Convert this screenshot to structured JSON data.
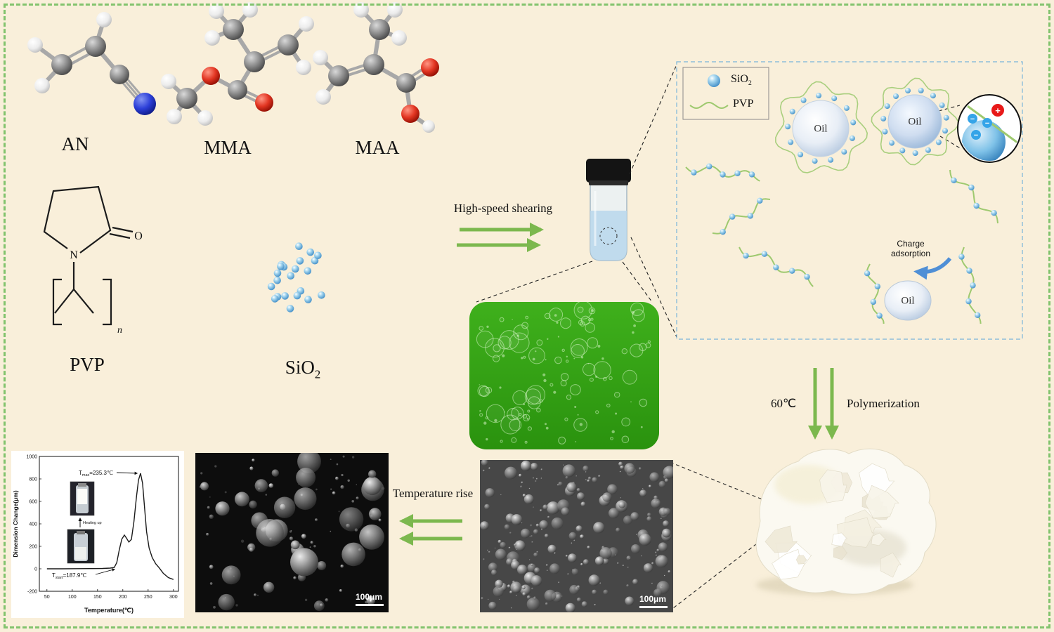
{
  "figure": {
    "bg": "#f9efda",
    "border_color": "#82c36d",
    "arrow_green": "#7cb84e"
  },
  "labels": {
    "an": "AN",
    "mma": "MMA",
    "maa": "MAA",
    "pvp": "PVP",
    "sio2_base": "SiO",
    "sio2_sub": "2"
  },
  "pvp_struct": {
    "n_atom": "N",
    "o_atom": "O",
    "repeat": "n"
  },
  "process": {
    "shearing": "High-speed shearing",
    "temperature": "60℃",
    "polymerization": "Polymerization",
    "temperature_rise": "Temperature rise"
  },
  "mechanism": {
    "legend_sio2_base": "SiO",
    "legend_sio2_sub": "2",
    "legend_pvp": "PVP",
    "oil_1": "Oil",
    "oil_2": "Oil",
    "oil_3": "Oil",
    "charge_adsorption_line1": "Charge",
    "charge_adsorption_line2": "adsorption",
    "plus_sign": "+",
    "minus_sign": "−"
  },
  "sem_left": {
    "scale": "100μm"
  },
  "sem_center": {
    "scale": "100μm"
  },
  "chart_data": {
    "type": "line",
    "xlabel": "Temperature(℃)",
    "ylabel": "Dimension Change(μm)",
    "xlim": [
      35,
      310
    ],
    "ylim": [
      -200,
      1000
    ],
    "xticks": [
      50,
      100,
      150,
      200,
      250,
      300
    ],
    "yticks": [
      -200,
      0,
      200,
      400,
      600,
      800,
      1000
    ],
    "grid": false,
    "line_color": "#1a1a1a",
    "points": [
      [
        50,
        0
      ],
      [
        80,
        0
      ],
      [
        110,
        1
      ],
      [
        140,
        2
      ],
      [
        160,
        3
      ],
      [
        175,
        6
      ],
      [
        183,
        12
      ],
      [
        188,
        55
      ],
      [
        193,
        170
      ],
      [
        198,
        265
      ],
      [
        203,
        300
      ],
      [
        207,
        275
      ],
      [
        212,
        238
      ],
      [
        217,
        262
      ],
      [
        222,
        420
      ],
      [
        227,
        640
      ],
      [
        231,
        790
      ],
      [
        235,
        850
      ],
      [
        239,
        760
      ],
      [
        243,
        540
      ],
      [
        247,
        330
      ],
      [
        252,
        185
      ],
      [
        258,
        100
      ],
      [
        265,
        45
      ],
      [
        272,
        8
      ],
      [
        280,
        -40
      ],
      [
        290,
        -78
      ],
      [
        300,
        -95
      ]
    ],
    "annotations": {
      "tmax_prefix": "T",
      "tmax_sub": "max",
      "tmax_value": "=235.3℃",
      "tmax_point": [
        235.3,
        850
      ],
      "tstart_prefix": "T",
      "tstart_sub": "start",
      "tstart_value": "=187.9℃",
      "tstart_point": [
        187.9,
        15
      ],
      "inset_caption": "Heating up"
    }
  }
}
